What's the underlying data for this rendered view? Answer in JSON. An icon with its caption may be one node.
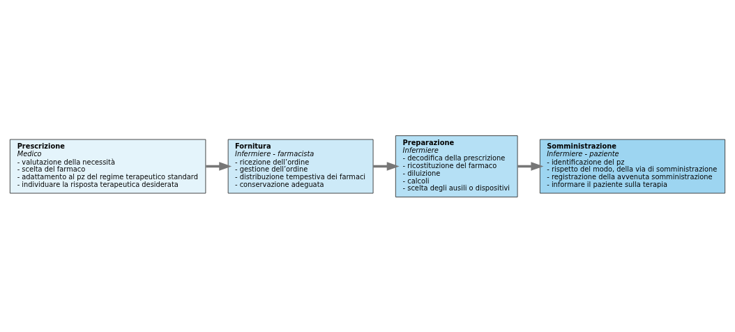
{
  "diagram": {
    "nodes": [
      {
        "text": [
          "Prescrizione",
          "Medico",
          "- valutazione della necessità",
          "- scelta del farmaco",
          "- adattamento al pz del regime terapeutico standard",
          "- individuare la risposta terapeutica desiderata"
        ]
      },
      {
        "text": [
          "Fornitura",
          "Infermiere - farmacista",
          "- ricezione dell’ordine",
          "- gestione dell’ordine",
          "- distribuzione tempestiva dei farmaci",
          "- conservazione adeguata"
        ]
      },
      {
        "text": [
          "Preparazione",
          "Infermiere",
          "- decodifica della prescrizione",
          "- ricostituzione del farmaco",
          "- diluizione",
          "- calcoli",
          "- scelta degli ausili o dispositivi"
        ]
      },
      {
        "text": [
          "Somministrazione",
          "Infermiere - paziente",
          "- identificazione del pz",
          "- rispetto del modo, della via di somministrazione",
          "- registrazione della avvenuta somministrazione",
          "- informare il paziente sulla terapia"
        ]
      }
    ],
    "edges": [
      {
        "from": 0,
        "to": 1,
        "arrow": "to"
      },
      {
        "from": 1,
        "to": 2,
        "arrow": "to"
      },
      {
        "from": 2,
        "to": 3,
        "arrow": "to"
      }
    ]
  }
}
